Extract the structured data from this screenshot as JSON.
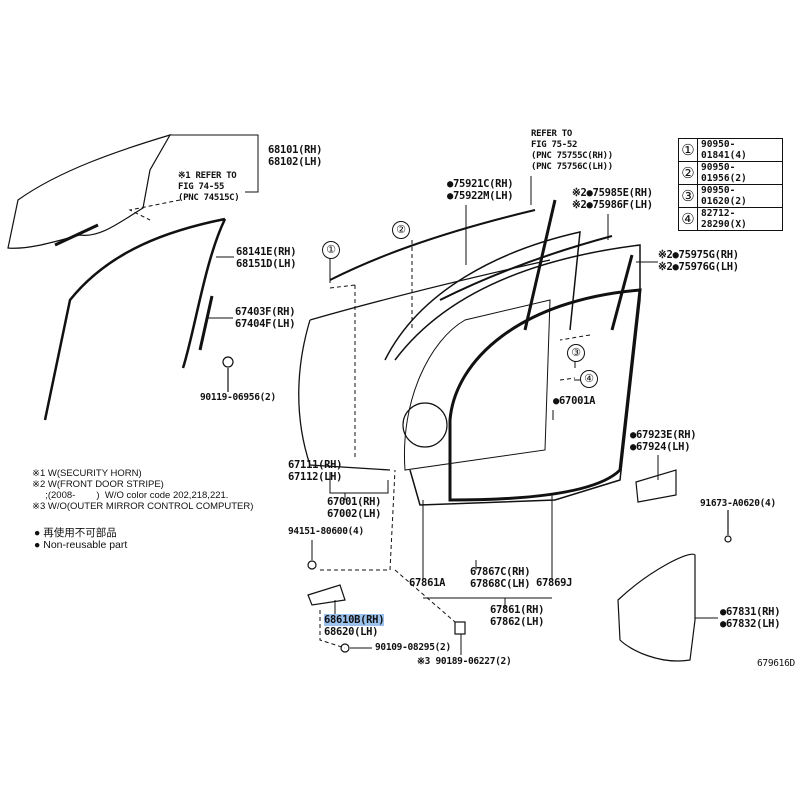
{
  "parts": {
    "glass": [
      "68101(RH)",
      "68102(LH)"
    ],
    "ref1": [
      "※1 REFER TO",
      "FIG 74-55",
      "(PNC 74515C)"
    ],
    "run_channel": [
      "68141E(RH)",
      "68151D(LH)"
    ],
    "rear_channel": [
      "67403F(RH)",
      "67404F(LH)"
    ],
    "bolt_90119": "90119-06956(2)",
    "belt_moulding": [
      "●75921C(RH)",
      "●75922M(LH)"
    ],
    "ref2": [
      "REFER TO",
      "FIG 75-52",
      "(PNC 75755C(RH))",
      "(PNC 75756C(LH))"
    ],
    "stripe_upper": [
      "※2●75985E(RH)",
      "※2●75986F(LH)"
    ],
    "stripe_pillar": [
      "※2●75975G(RH)",
      "※2●75976G(LH)"
    ],
    "panel_67001a": "●67001A",
    "hinge_panel": [
      "67111(RH)",
      "67112(LH)"
    ],
    "door_panel": [
      "67001(RH)",
      "67002(LH)"
    ],
    "bolt_94151": "94151-80600(4)",
    "check": [
      "68610B(RH)",
      "68620(LH)"
    ],
    "bolt_90109": "90109-08295(2)",
    "bolt_90189": "※3 90189-06227(2)",
    "w_67861a": "67861A",
    "clip_67867": [
      "67867C(RH)",
      "67868C(LH)"
    ],
    "w_67869j": "67869J",
    "weatherstrip": [
      "67861(RH)",
      "67862(LH)"
    ],
    "bracket": [
      "●67923E(RH)",
      "●67924(LH)"
    ],
    "screw_91673": "91673-A0620(4)",
    "service_hole_cover": [
      "●67831(RH)",
      "●67832(LH)"
    ],
    "figure_id": "679616D"
  },
  "callouts": [
    "①",
    "②",
    "③",
    "④"
  ],
  "ref_table": [
    {
      "num": "①",
      "part": "90950-01841(4)"
    },
    {
      "num": "②",
      "part": "90950-01956(2)"
    },
    {
      "num": "③",
      "part": "90950-01620(2)"
    },
    {
      "num": "④",
      "part": "82712-28290(X)"
    }
  ],
  "notes": [
    "※1 W(SECURITY HORN)",
    "※2 W(FRONT DOOR STRIPE)",
    "     ;(2008-        )  W/O color code 202,218,221.",
    "※3 W/O(OUTER MIRROR CONTROL COMPUTER)"
  ],
  "legend": [
    "● 再使用不可部品",
    "● Non-reusable part"
  ],
  "highlight_color": "#9cc2ee"
}
